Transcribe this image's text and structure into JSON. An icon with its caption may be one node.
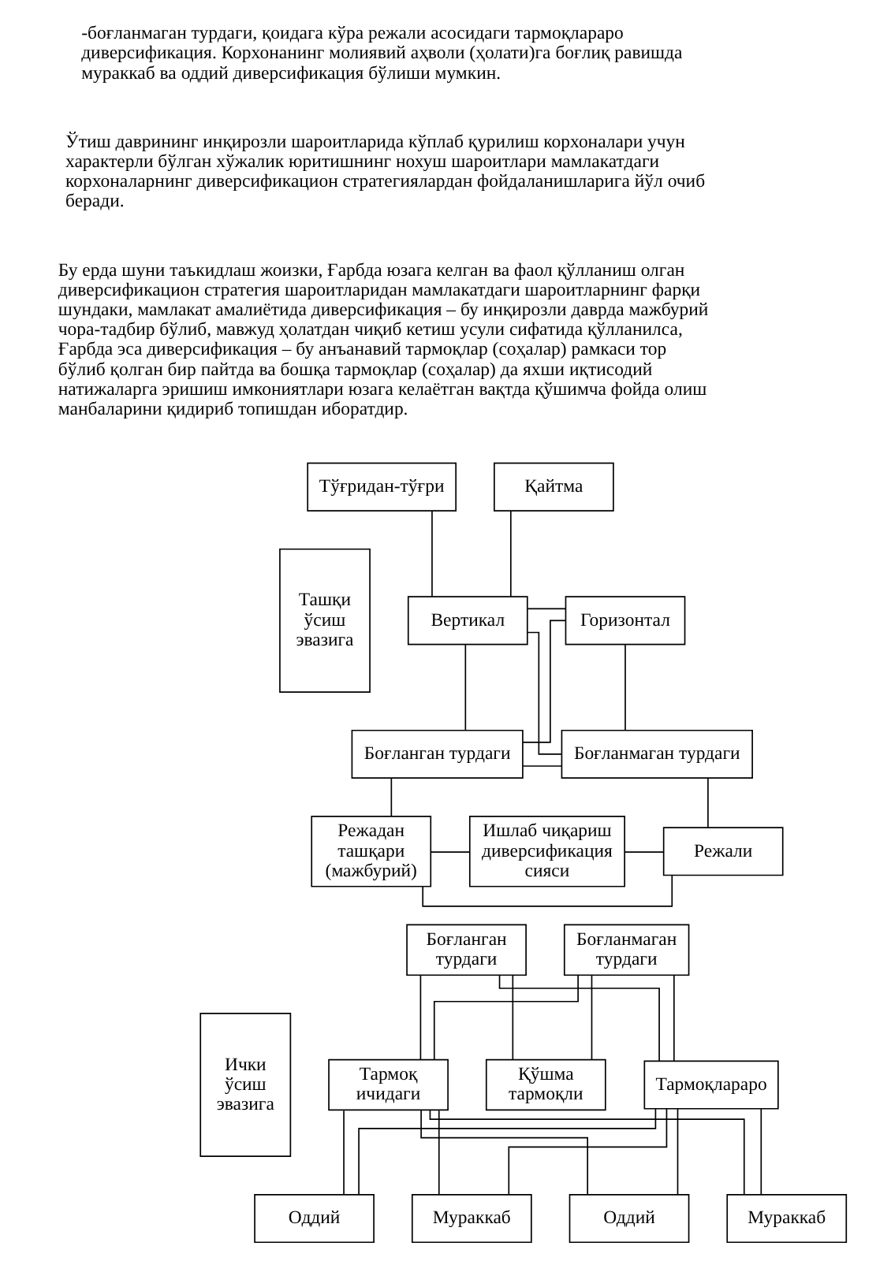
{
  "diagram": {
    "nodes": [
      {
        "text": [
          "Ташқи ўсиш эвазига"
        ]
      },
      {
        "text": [
          "Тўғридан-тўғри"
        ]
      },
      {
        "text": [
          "Қайтма"
        ]
      },
      {
        "text": [
          "Вертикал"
        ]
      },
      {
        "text": [
          "Горизонтал"
        ]
      },
      {
        "text": [
          "Боғланган турдаги"
        ]
      },
      {
        "text": [
          "Боғланмаган турдаги"
        ]
      },
      {
        "text": [
          "Режадан ташқари (мажбурий)"
        ]
      },
      {
        "text": [
          "Ишлаб чиқариш диверсификация сияси"
        ]
      },
      {
        "text": [
          "Режали"
        ]
      },
      {
        "text": [
          "Ички ўсиш эвазига"
        ]
      },
      {
        "text": [
          "Боғланган турдаги"
        ]
      },
      {
        "text": [
          "Боғланмаган турдаги"
        ]
      },
      {
        "text": [
          "Тармоқ ичидаги"
        ]
      },
      {
        "text": [
          "Қўшма тармоқли"
        ]
      },
      {
        "text": [
          "Тармоқлараро"
        ]
      },
      {
        "text": [
          "Оддий"
        ]
      },
      {
        "text": [
          "Мураккаб"
        ]
      },
      {
        "text": [
          "Оддий"
        ]
      },
      {
        "text": [
          "Мураккаб"
        ]
      }
    ],
    "edges": [
      {
        "from": 1,
        "to": 3,
        "arrow": "none"
      },
      {
        "from": 2,
        "to": 3,
        "arrow": "none"
      },
      {
        "from": 3,
        "to": 4,
        "arrow": "none"
      },
      {
        "from": 3,
        "to": 5,
        "arrow": "none"
      },
      {
        "from": 3,
        "to": 6,
        "arrow": "none"
      },
      {
        "from": 4,
        "to": 5,
        "arrow": "none"
      },
      {
        "from": 4,
        "to": 6,
        "arrow": "none"
      },
      {
        "from": 5,
        "to": 6,
        "arrow": "none"
      },
      {
        "from": 5,
        "to": 7,
        "arrow": "none"
      },
      {
        "from": 6,
        "to": 9,
        "arrow": "none"
      },
      {
        "from": 7,
        "to": 8,
        "arrow": "none"
      },
      {
        "from": 8,
        "to": 9,
        "arrow": "none"
      },
      {
        "from": 7,
        "to": 9,
        "arrow": "none"
      },
      {
        "from": 11,
        "to": 13,
        "arrow": "none"
      },
      {
        "from": 11,
        "to": 14,
        "arrow": "none"
      },
      {
        "from": 11,
        "to": 15,
        "arrow": "none"
      },
      {
        "from": 12,
        "to": 13,
        "arrow": "none"
      },
      {
        "from": 12,
        "to": 14,
        "arrow": "none"
      },
      {
        "from": 12,
        "to": 15,
        "arrow": "none"
      },
      {
        "from": 13,
        "to": 16,
        "arrow": "none"
      },
      {
        "from": 13,
        "to": 17,
        "arrow": "none"
      },
      {
        "from": 13,
        "to": 18,
        "arrow": "none"
      },
      {
        "from": 13,
        "to": 19,
        "arrow": "none"
      },
      {
        "from": 15,
        "to": 16,
        "arrow": "none"
      },
      {
        "from": 15,
        "to": 17,
        "arrow": "none"
      },
      {
        "from": 15,
        "to": 18,
        "arrow": "none"
      },
      {
        "from": 15,
        "to": 19,
        "arrow": "none"
      }
    ],
    "labels": [
      "-боғланмаган турдаги, қоидага кўра режали асосидаги тармоқлараро диверсификация. Корхонанинг молиявий аҳволи (ҳолати)га боғлиқ равишда мураккаб ва оддий диверсификация бўлиши мумкин.",
      "Ўтиш даврининг инқирозли шароитларида кўплаб қурилиш корхоналари учун характерли бўлган хўжалик юритишнинг нохуш шароитлари мамлакатдаги корхоналарнинг диверсификацион стратегиялардан фойдаланишларига йўл очиб беради.",
      "Бу ерда шуни таъкидлаш жоизки, Ғарбда юзага келган ва фаол қўлланиш олган диверсификацион стратегия шароитларидан мамлакатдаги шароитларнинг фарқи шундаки, мамлакат амалиётида диверсификация – бу инқирозли даврда мажбурий чора-тадбир бўлиб, мавжуд ҳолатдан чиқиб кетиш усули сифатида қўлланилса, Ғарбда эса диверсификация – бу анъанавий тармоқлар (соҳалар) рамкаси тор бўлиб қолган бир пайтда ва бошқа тармоқлар (соҳалар) да яхши иқтисодий натижаларга эришиш имкониятлари юзага келаётган вақтда қўшимча фойда олиш манбаларини қидириб топишдан иборатдир."
    ]
  }
}
